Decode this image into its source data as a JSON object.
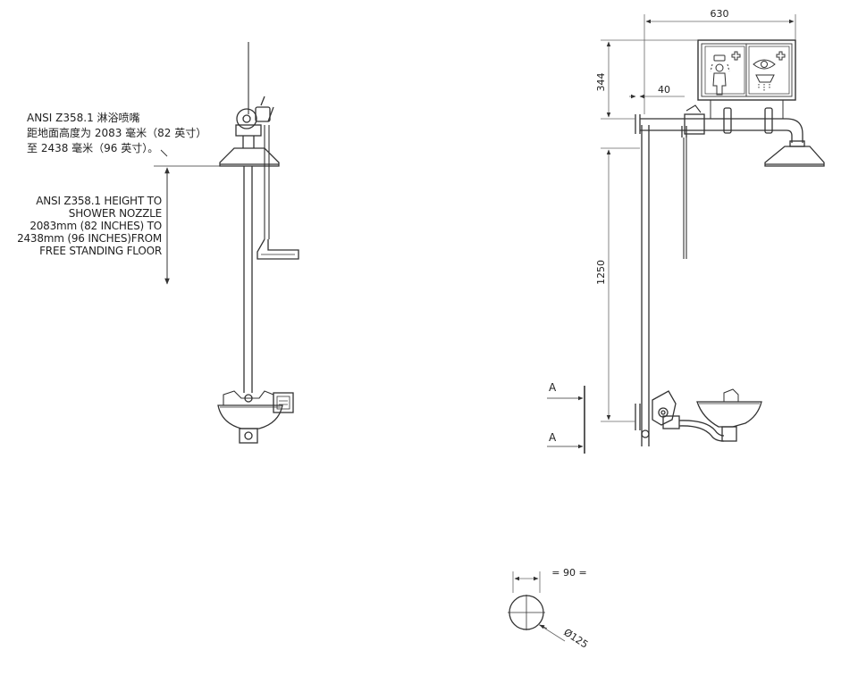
{
  "notes": {
    "chinese": [
      "ANSI Z358.1 淋浴喷嘴",
      "距地面高度为 2083 毫米（82 英寸）",
      "至 2438 毫米（96 英寸）。"
    ],
    "english": [
      "ANSI Z358.1 HEIGHT TO",
      "SHOWER NOZZLE",
      "2083mm (82 INCHES) TO",
      "2438mm (96 INCHES)FROM",
      "FREE STANDING FLOOR"
    ]
  },
  "dimensions": {
    "width_630": "630",
    "height_344": "344",
    "offset_40": "40",
    "height_1250": "1250",
    "width_90": "= 90 =",
    "diameter_125": "Ø125"
  },
  "section_marks": {
    "upper": "A",
    "lower": "A"
  },
  "sign": {
    "left_panel_icon": "shower-person-icon",
    "right_panel_icon": "eyewash-icon",
    "cross_icon": "first-aid-cross-icon"
  },
  "colors": {
    "line": "#333333",
    "thin_line": "#555555",
    "background": "#ffffff"
  }
}
